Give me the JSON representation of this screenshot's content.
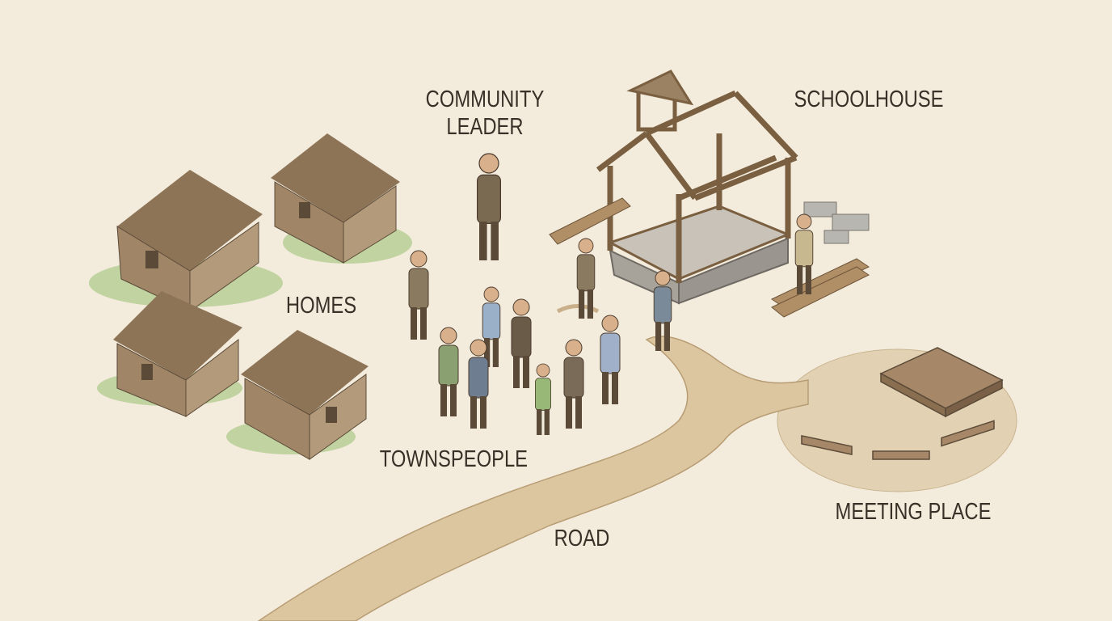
{
  "labels": {
    "community_leader": [
      "COMMUNITY",
      "LEADER"
    ],
    "schoolhouse": "SCHOOLHOUSE",
    "homes": "HOMES",
    "townspeople": "TOWNSPEOPLE",
    "road": "ROAD",
    "meeting_place": "MEETING PLACE"
  },
  "colors": {
    "background": "#f3ebdc",
    "road": "#d9c4a0",
    "grass": "#b9cf9a",
    "wood": "#a08567",
    "stone": "#a8a8a4",
    "text": "#3a3028"
  }
}
